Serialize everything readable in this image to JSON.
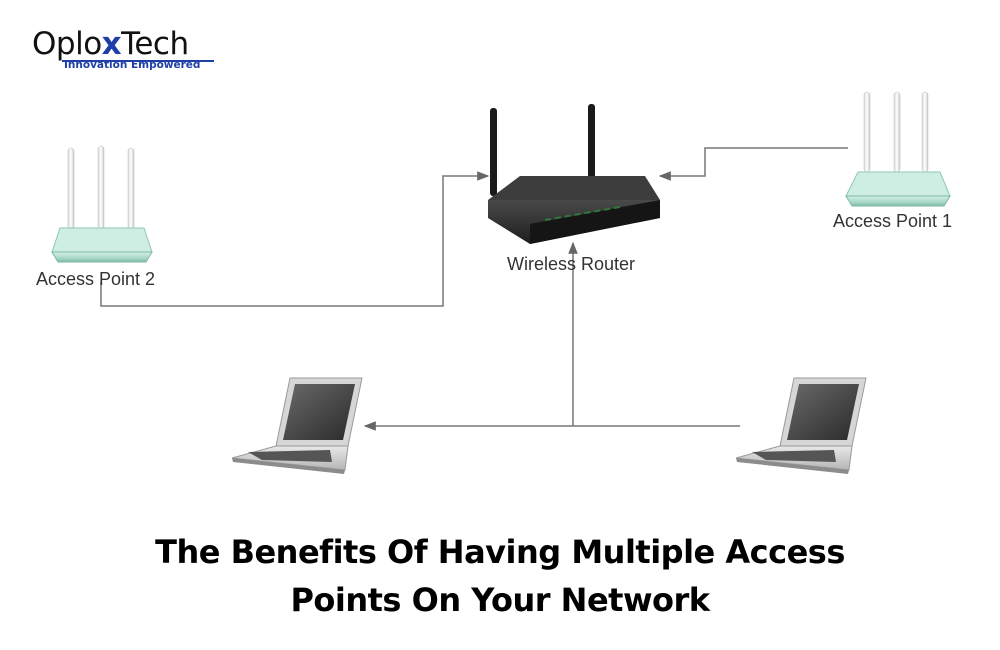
{
  "logo": {
    "brand_prefix": "Oplo",
    "brand_x": "x",
    "brand_suffix": "Tech",
    "tagline": "Innovation Empowered",
    "brand_color": "#1f3fa8"
  },
  "nodes": {
    "router_label": "Wireless Router",
    "access_point_1_label": "Access Point 1",
    "access_point_2_label": "Access Point 2"
  },
  "colors": {
    "access_point_body": "#a8d8c8",
    "router_body": "#2b2b2b",
    "connector": "#777777"
  },
  "title": {
    "line1": "The Benefits Of Having Multiple Access",
    "line2": "Points On Your Network"
  }
}
